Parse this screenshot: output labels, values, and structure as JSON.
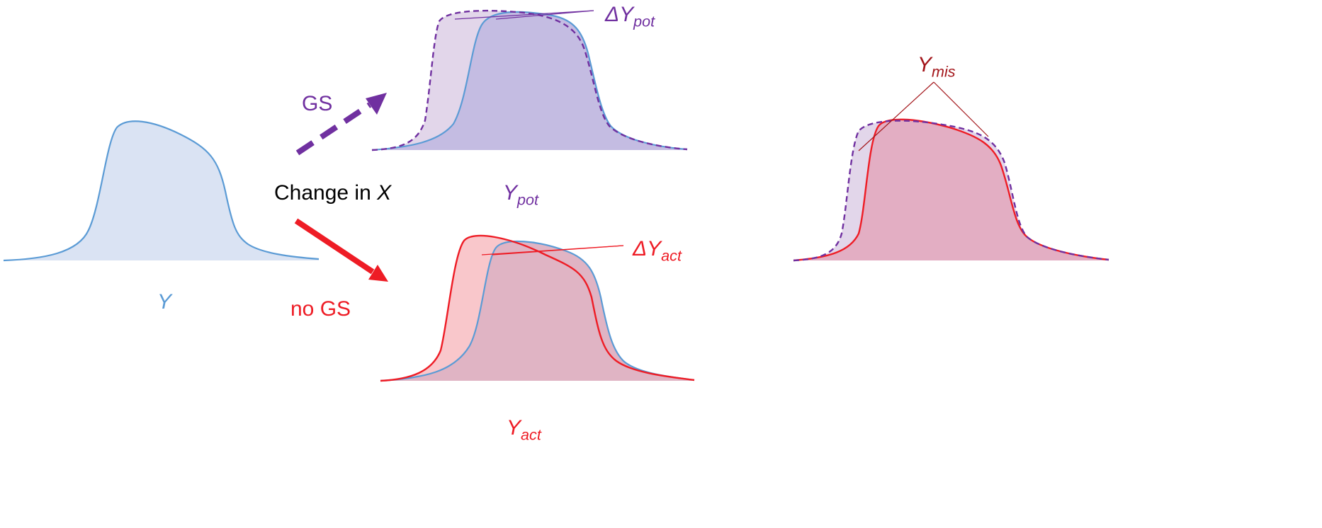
{
  "colors": {
    "blue_line": "#5b9bd5",
    "blue_fill": "#dae3f3",
    "purple": "#7030a0",
    "purple_fill_light": "#e2d6ea",
    "purple_fill_overlap": "#c4bce2",
    "red": "#ee1c25",
    "red_fill_light": "#f9c7cb",
    "red_fill_overlap": "#e0b4c4",
    "mis_fill": "#e3aec3",
    "dark_red": "#a3151a",
    "black": "#000000"
  },
  "labels": {
    "original": "Y",
    "change": {
      "text": "Change in ",
      "var": "X"
    },
    "gs": "GS",
    "no_gs": "no GS",
    "y_pot": {
      "main": "Y",
      "sub": "pot"
    },
    "delta_y_pot": {
      "main": "ΔY",
      "sub": "pot"
    },
    "y_act": {
      "main": "Y",
      "sub": "act"
    },
    "delta_y_act": {
      "main": "ΔY",
      "sub": "act"
    },
    "y_mis": {
      "main": "Y",
      "sub": "mis"
    }
  },
  "icons": {
    "gs_arrow": "dashed-arrow-icon",
    "no_gs_arrow": "solid-arrow-icon"
  }
}
